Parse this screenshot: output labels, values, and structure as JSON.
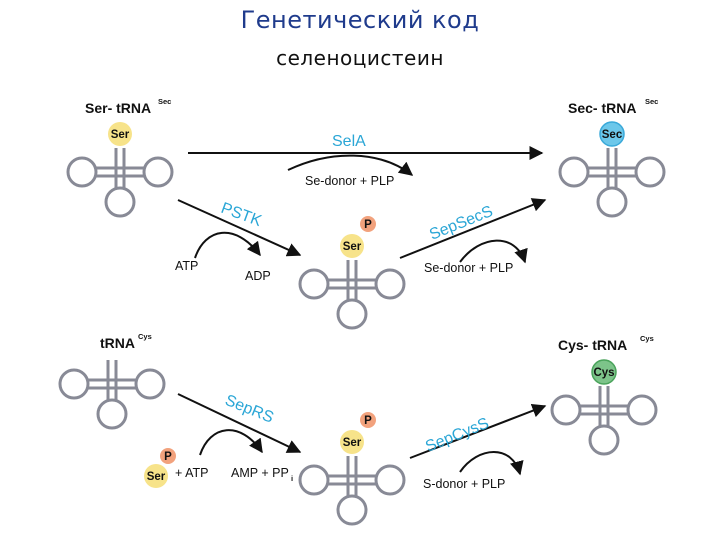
{
  "header": {
    "title": "Генетический код",
    "subtitle": "селеноцистеин"
  },
  "colors": {
    "title": "#1f3b8c",
    "enzyme": "#2aa6d6",
    "ser_circle": "#f7e38a",
    "sec_circle": "#6cc7ea",
    "cys_circle": "#7dc48a",
    "p_circle": "#f2a27d",
    "trna": "#888a96"
  },
  "labels": {
    "ser_trna_sec": "Ser- tRNA",
    "ser_trna_sec_sup": "Sec",
    "sec_trna_sec": "Sec- tRNA",
    "sec_trna_sec_sup": "Sec",
    "trna_cys": "tRNA",
    "trna_cys_sup": "Cys",
    "cys_trna_cys": "Cys- tRNA",
    "cys_trna_cys_sup": "Cys"
  },
  "amino": {
    "ser": "Ser",
    "sec": "Sec",
    "cys": "Cys",
    "p": "P"
  },
  "enzymes": {
    "sela": "SelA",
    "pstk": "PSTK",
    "sepsecs": "SepSecS",
    "seprs": "SepRS",
    "sepcyss": "SepCysS"
  },
  "cofactors": {
    "se_donor_plp_1": "Se-donor + PLP",
    "atp": "ATP",
    "adp": "ADP",
    "se_donor_plp_2": "Se-donor + PLP",
    "plus_atp": "+ ATP",
    "amp_ppi": "AMP + PP",
    "amp_ppi_sub": "i",
    "s_donor_plp": "S-donor + PLP"
  }
}
